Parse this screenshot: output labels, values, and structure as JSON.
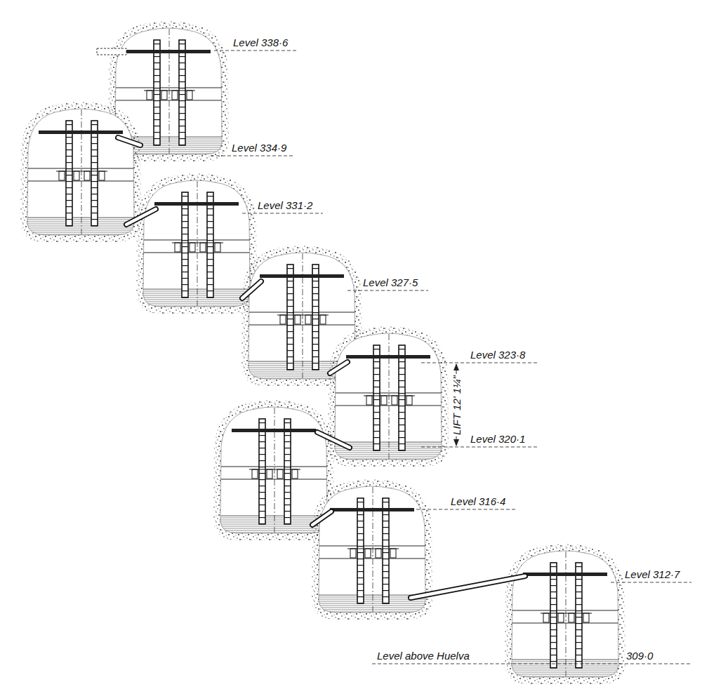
{
  "diagram": {
    "labels": [
      "Level 338·6",
      "Level 334·9",
      "Level 331·2",
      "Level 327·5",
      "Level 323·8",
      "LIFT 12' 1¼\"",
      "Level 320·1",
      "Level 316·4",
      "Level 312·7",
      "Level above Huelva",
      "309·0"
    ]
  }
}
